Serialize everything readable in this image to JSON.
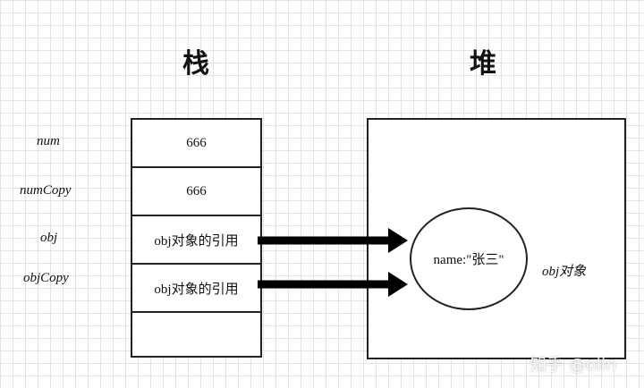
{
  "headings": {
    "stack": "栈",
    "heap": "堆"
  },
  "variables": [
    {
      "name": "num"
    },
    {
      "name": "numCopy"
    },
    {
      "name": "obj"
    },
    {
      "name": "objCopy"
    }
  ],
  "stack_cells": [
    {
      "value": "666"
    },
    {
      "value": "666"
    },
    {
      "value": "obj对象的引用"
    },
    {
      "value": "obj对象的引用"
    },
    {
      "value": ""
    }
  ],
  "heap": {
    "object_content": "name:\"张三\"",
    "object_label": "obj对象"
  },
  "watermark": "知乎 @olin",
  "colors": {
    "stroke": "#222222",
    "arrow": "#000000",
    "grid": "#e3e3e3"
  }
}
